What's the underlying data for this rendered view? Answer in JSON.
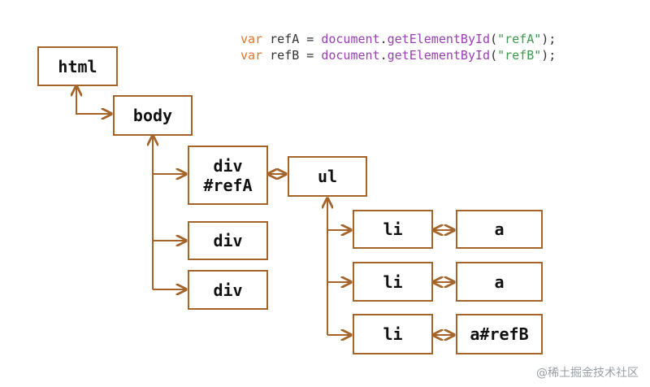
{
  "code": {
    "line1": {
      "kw": "var",
      "name": " refA = ",
      "obj": "document",
      "dot": ".",
      "fn": "getElementById",
      "open": "(",
      "str": "\"refA\"",
      "close": ");"
    },
    "line2": {
      "kw": "var",
      "name": " refB = ",
      "obj": "document",
      "dot": ".",
      "fn": "getElementById",
      "open": "(",
      "str": "\"refB\"",
      "close": ");"
    }
  },
  "nodes": {
    "html": "html",
    "body": "body",
    "div1_line1": "div",
    "div1_line2": "#refA",
    "div2": "div",
    "div3": "div",
    "ul": "ul",
    "li1": "li",
    "li2": "li",
    "li3": "li",
    "a1": "a",
    "a2": "a",
    "a3": "a#refB"
  },
  "colors": {
    "node_border": "#a5652a",
    "arrow": "#a5652a",
    "keyword": "#e8742c",
    "function": "#9b3fb5",
    "string": "#3f9a4e"
  },
  "watermark": "@稀土掘金技术社区"
}
